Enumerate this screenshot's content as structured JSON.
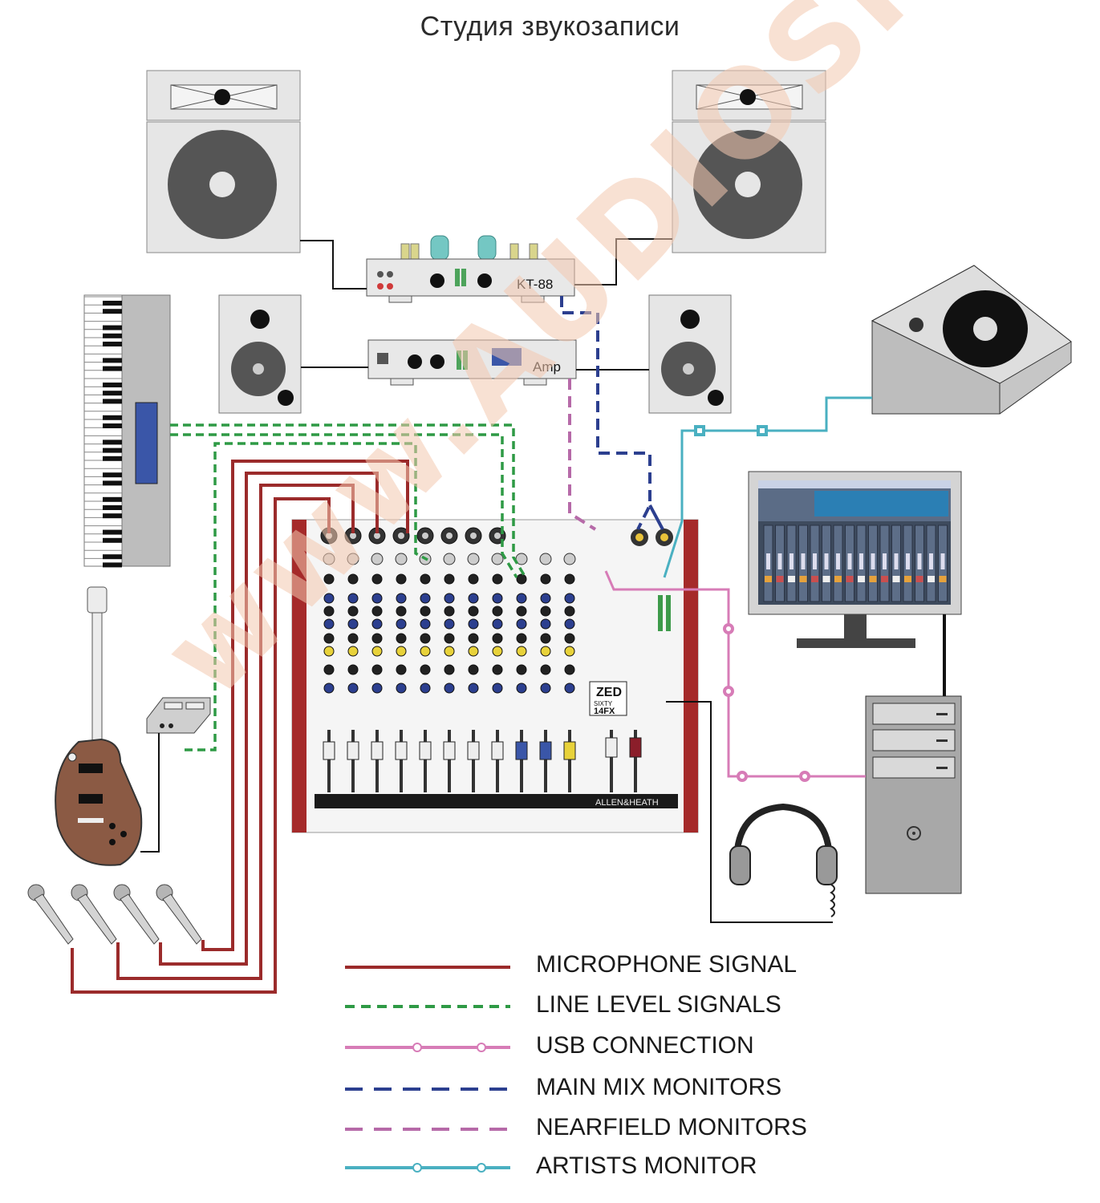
{
  "title": "Студия звукозаписи",
  "devices": {
    "tube_amp_label": "KT-88",
    "amp_label": "Amp",
    "mixer_brand": "ALLEN&HEATH",
    "mixer_model_line1": "ZED",
    "mixer_model_line2": "SIXTY",
    "mixer_model_line3": "14FX"
  },
  "legend": [
    {
      "label": "MICROPHONE SIGNAL",
      "color": "#9b2b2b",
      "style": "solid"
    },
    {
      "label": "LINE LEVEL SIGNALS",
      "color": "#2e9a45",
      "style": "dashed"
    },
    {
      "label": "USB CONNECTION",
      "color": "#d77cb7",
      "style": "dotted-nodes"
    },
    {
      "label": "MAIN MIX MONITORS",
      "color": "#2c3f8f",
      "style": "dashed"
    },
    {
      "label": "NEARFIELD MONITORS",
      "color": "#b66aa8",
      "style": "dashed"
    },
    {
      "label": "ARTISTS MONITOR",
      "color": "#4ab0c1",
      "style": "dotted-nodes"
    }
  ],
  "watermark": "www.AUDIOSILA.com"
}
